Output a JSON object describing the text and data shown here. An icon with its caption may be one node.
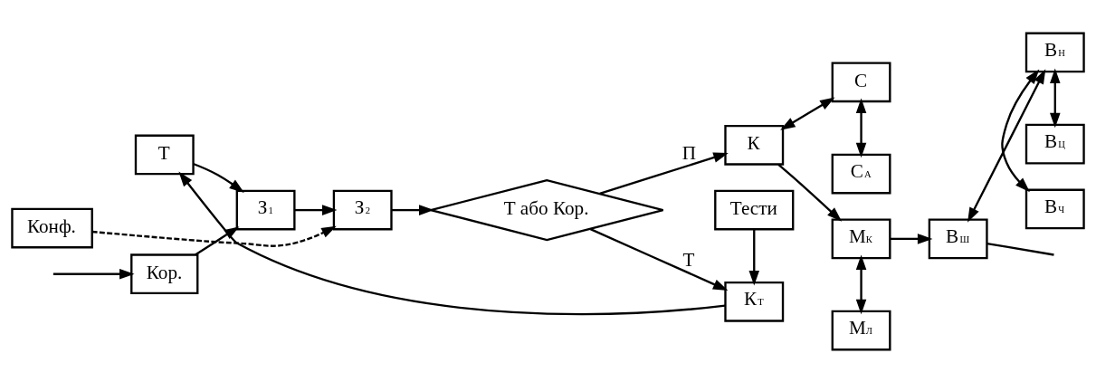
{
  "diagram": {
    "nodes": [
      {
        "text": [
          "Т"
        ]
      },
      {
        "text": [
          "Кор."
        ]
      },
      {
        "text": [
          "З$_{1}$"
        ]
      },
      {
        "text": [
          "З$_{2}$"
        ]
      },
      {
        "text": [
          "Конф."
        ]
      },
      {
        "text": [
          "Т або Кор."
        ]
      },
      {
        "text": [
          "Тести"
        ]
      },
      {
        "text": [
          "К$_{Т}$"
        ]
      },
      {
        "text": [
          "К"
        ]
      },
      {
        "text": [
          "С"
        ]
      },
      {
        "text": [
          "С$_{А}$"
        ]
      },
      {
        "text": [
          "М$_{К}$"
        ]
      },
      {
        "text": [
          "М$_{Л}$"
        ]
      },
      {
        "text": [
          "В$_{Ш}$"
        ]
      },
      {
        "text": [
          "В$_{Н}$"
        ]
      },
      {
        "text": [
          "В$_{Ч}$"
        ]
      },
      {
        "text": [
          "В$_{Ц}$"
        ]
      }
    ],
    "edges": [
      {
        "from": 0,
        "to": 2,
        "arrow": "to"
      },
      {
        "from": 1,
        "to": 2,
        "arrow": "to"
      },
      {
        "from": 2,
        "to": 3,
        "arrow": "to"
      },
      {
        "from": 4,
        "to": 3,
        "arrow": "to",
        "style": "dashed"
      },
      {
        "from": 3,
        "to": 5,
        "arrow": "to"
      },
      {
        "from": 5,
        "to": 7,
        "arrow": "to",
        "label": "Т"
      },
      {
        "from": 5,
        "to": 8,
        "arrow": "to",
        "label": "П"
      },
      {
        "from": 6,
        "to": 7,
        "arrow": "to"
      },
      {
        "from": 7,
        "to": 0,
        "arrow": "to"
      },
      {
        "from": 8,
        "to": 9,
        "arrow": "both"
      },
      {
        "from": 9,
        "to": 10,
        "arrow": "both"
      },
      {
        "from": 8,
        "to": 11,
        "arrow": "to"
      },
      {
        "from": 11,
        "to": 12,
        "arrow": "both"
      },
      {
        "from": 11,
        "to": 13,
        "arrow": "to"
      },
      {
        "from": 13,
        "to": 14,
        "arrow": "both"
      },
      {
        "from": 14,
        "to": 15,
        "arrow": "both"
      },
      {
        "from": 14,
        "to": 16,
        "arrow": "both"
      },
      {
        "from": 13,
        "to": null,
        "arrow": "none"
      },
      {
        "from": null,
        "to": 1,
        "arrow": "to"
      }
    ]
  }
}
